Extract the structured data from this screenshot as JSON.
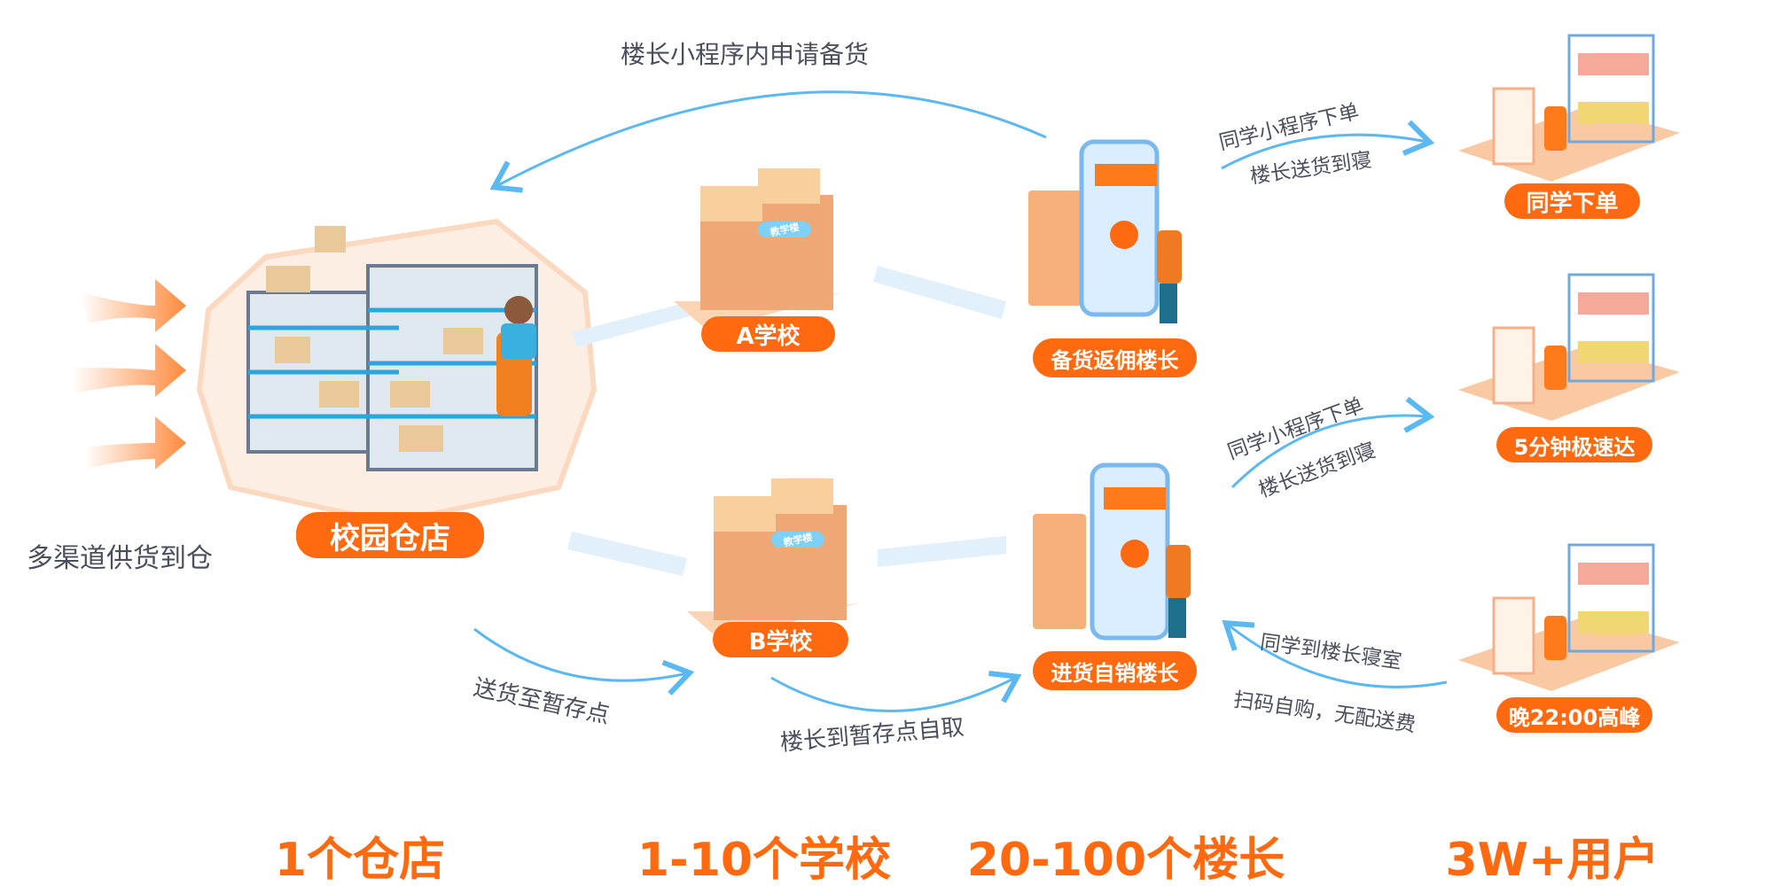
{
  "colors": {
    "accent": "#ff6a10",
    "arrow": "#5bb8f0",
    "text": "#4a4f5c"
  },
  "supply": {
    "label": "多渠道供货到仓"
  },
  "warehouse": {
    "label": "校园仓店"
  },
  "request_flow": {
    "label": "楼长小程序内申请备货"
  },
  "schools": [
    {
      "label": "A学校",
      "sign": "教学楼"
    },
    {
      "label": "B学校",
      "sign": "教学楼"
    }
  ],
  "leaders": [
    {
      "label": "备货返佣楼长"
    },
    {
      "label": "进货自销楼长"
    }
  ],
  "users": [
    {
      "label": "同学下单"
    },
    {
      "label": "5分钟极速达"
    },
    {
      "label": "晚22:00高峰"
    }
  ],
  "flows": {
    "deliver_to_point": "送货至暂存点",
    "leader_pickup": "楼长到暂存点自取",
    "a_order": "同学小程序下单",
    "a_deliver": "楼长送货到寝",
    "b_order": "同学小程序下单",
    "b_deliver": "楼长送货到寝",
    "c_visit": "同学到楼长寝室",
    "c_self": "扫码自购，无配送费"
  },
  "summary": [
    "1个仓店",
    "1-10个学校",
    "20-100个楼长",
    "3W+用户"
  ]
}
